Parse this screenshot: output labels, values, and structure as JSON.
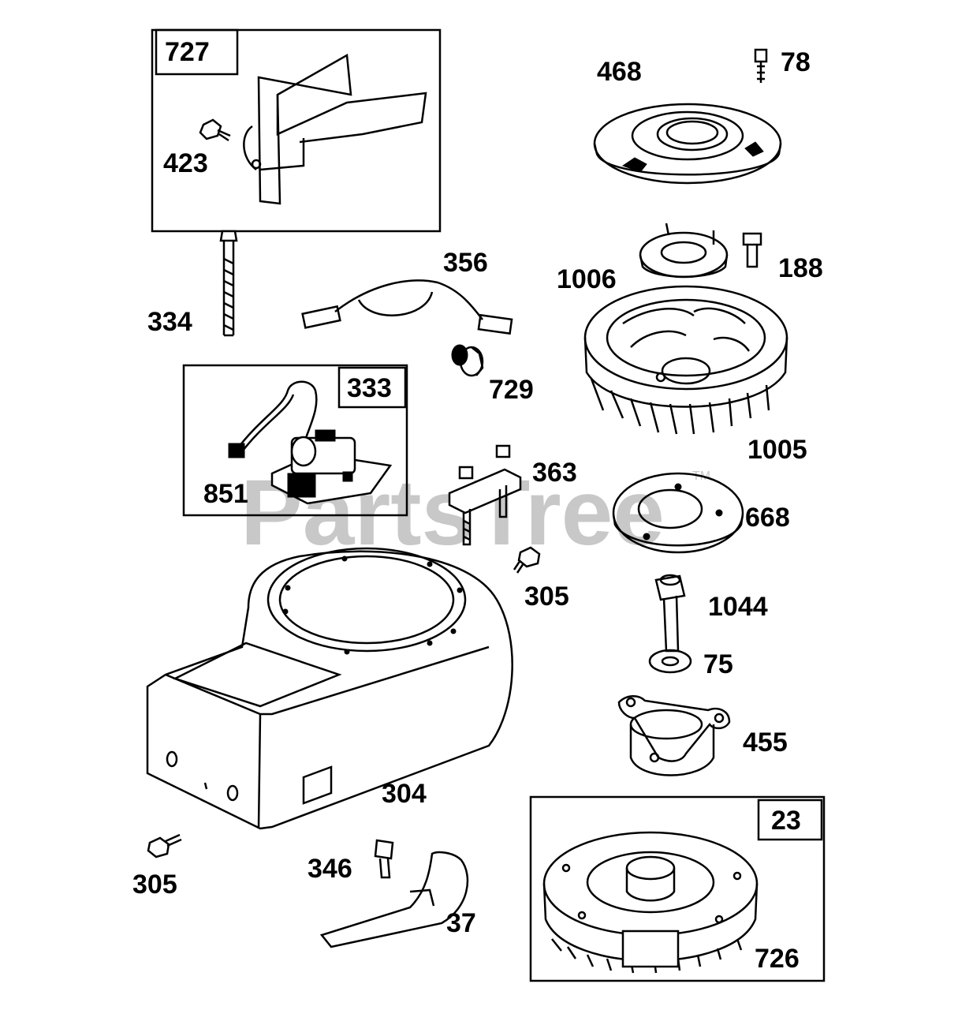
{
  "watermark": {
    "text": "PartsTree",
    "trademark": "TM"
  },
  "boxes": {
    "b727": {
      "number": "727"
    },
    "b333": {
      "number": "333"
    },
    "b23": {
      "number": "23"
    }
  },
  "labels": {
    "p423": "423",
    "p468": "468",
    "p78": "78",
    "p356": "356",
    "p1006": "1006",
    "p188": "188",
    "p334": "334",
    "p729": "729",
    "p851": "851",
    "p1005": "1005",
    "p363": "363",
    "p668": "668",
    "p305a": "305",
    "p1044": "1044",
    "p75": "75",
    "p455": "455",
    "p304": "304",
    "p305b": "305",
    "p346": "346",
    "p37": "37",
    "p726": "726"
  }
}
